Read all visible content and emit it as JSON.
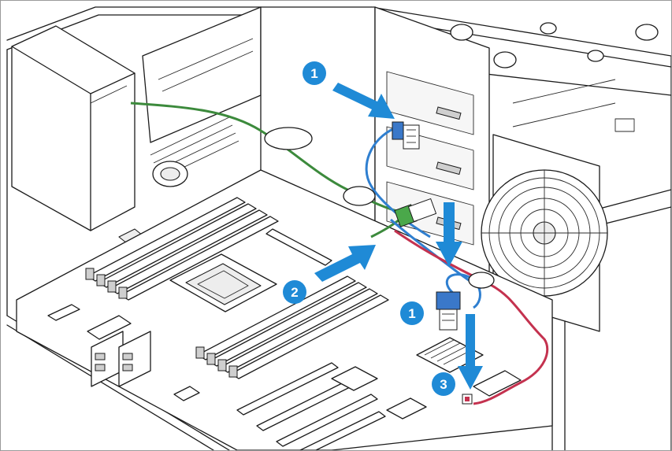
{
  "diagram": {
    "colors": {
      "callout": "#1f8ad6",
      "callout_text": "#ffffff",
      "sata_cable": "#2f7fd0",
      "power_cable": "#3c8a3c",
      "red_cable": "#c4324f",
      "connector_blue": "#3a78c9",
      "connector_green": "#4aa84a",
      "line_art": "#1b1b1b"
    },
    "callouts": [
      {
        "label": "1",
        "arrow": "down-right"
      },
      {
        "label": "2",
        "arrow": "up-right"
      },
      {
        "label": "1",
        "arrow": "down"
      },
      {
        "label": "3",
        "arrow": "down"
      }
    ],
    "icons": [
      "server-chassis",
      "power-supply",
      "motherboard",
      "cpu-socket",
      "dimm-slots",
      "pcie-slots",
      "drive-cage",
      "system-fan",
      "sata-connector",
      "power-connector"
    ]
  }
}
